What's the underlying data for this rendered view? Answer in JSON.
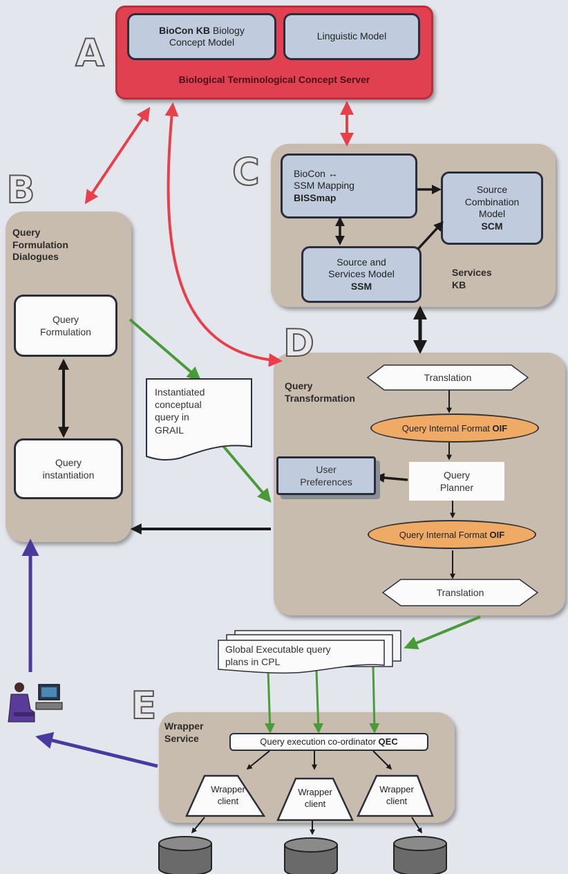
{
  "server": {
    "title": "Biological Terminological Concept Server",
    "box1_bold": "BioCon KB",
    "box1_rest": " Biology",
    "box1_line2": "Concept Model",
    "box2": "Linguistic Model"
  },
  "letters": {
    "a": "A",
    "b": "B",
    "c": "C",
    "d": "D",
    "e": "E"
  },
  "query_dialogues": {
    "title_line1": "Query",
    "title_line2": "Formulation",
    "title_line3": "Dialogues",
    "formulation_line1": "Query",
    "formulation_line2": "Formulation",
    "instantiation_line1": "Query",
    "instantiation_line2": "instantiation"
  },
  "services": {
    "bissmap_line1": "BioCon ↔",
    "bissmap_line2": "SSM Mapping",
    "bissmap_bold": "BISSmap",
    "scm_line1": "Source",
    "scm_line2": "Combination",
    "scm_line3": "Model",
    "scm_bold": "SCM",
    "ssm_line1": "Source and",
    "ssm_line2": "Services Model",
    "ssm_bold": "SSM",
    "kb_line1": "Services",
    "kb_line2": "KB"
  },
  "grail_doc": {
    "line1": "Instantiated",
    "line2": "conceptual",
    "line3": "query in",
    "line4": "GRAIL"
  },
  "transformation": {
    "title_line1": "Query",
    "title_line2": "Transformation",
    "translation_top": "Translation",
    "oif1": "Query Internal Format ",
    "oif1_bold": "OIF",
    "user_pref_line1": "User",
    "user_pref_line2": "Preferences",
    "planner_line1": "Query",
    "planner_line2": "Planner",
    "oif2": "Query Internal Format ",
    "oif2_bold": "OIF",
    "translation_bottom": "Translation"
  },
  "plans_doc": {
    "line1": "Global Executable query",
    "line2": "plans in CPL"
  },
  "wrapper": {
    "title_line1": "Wrapper",
    "title_line2": "Service",
    "qec": "Query execution co-ordinator ",
    "qec_bold": "QEC",
    "client1_line1": "Wrapper",
    "client1_line2": "client",
    "client2_line1": "Wrapper",
    "client2_line2": "client",
    "client3_line1": "Wrapper",
    "client3_line2": "client"
  },
  "colors": {
    "server_red": "#e0404f",
    "arrow_red": "#e8404a",
    "arrow_green": "#4a9a3a",
    "arrow_blue": "#4a3aa0",
    "panel_tan": "#c8bcae",
    "box_blue": "#c0ccde",
    "oval_orange": "#efaa66"
  }
}
